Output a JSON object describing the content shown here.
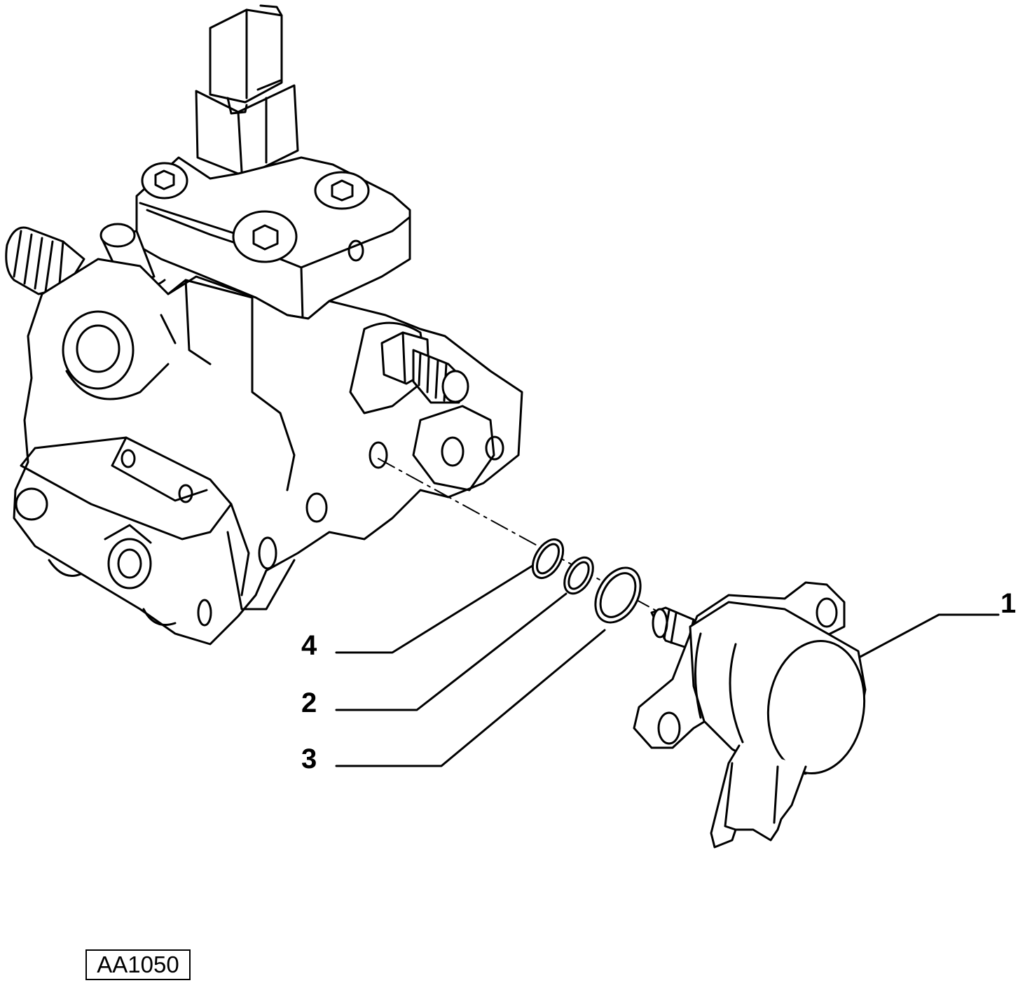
{
  "callouts": [
    {
      "id": "1",
      "label": "1"
    },
    {
      "id": "2",
      "label": "2"
    },
    {
      "id": "3",
      "label": "3"
    },
    {
      "id": "4",
      "label": "4"
    }
  ],
  "reference_code": "AA1050",
  "colors": {
    "ink": "#000000",
    "background": "#ffffff"
  },
  "icons": [
    "fuel-pump-illustration",
    "pressure-regulator-valve-illustration",
    "seal-ring-illustration"
  ]
}
